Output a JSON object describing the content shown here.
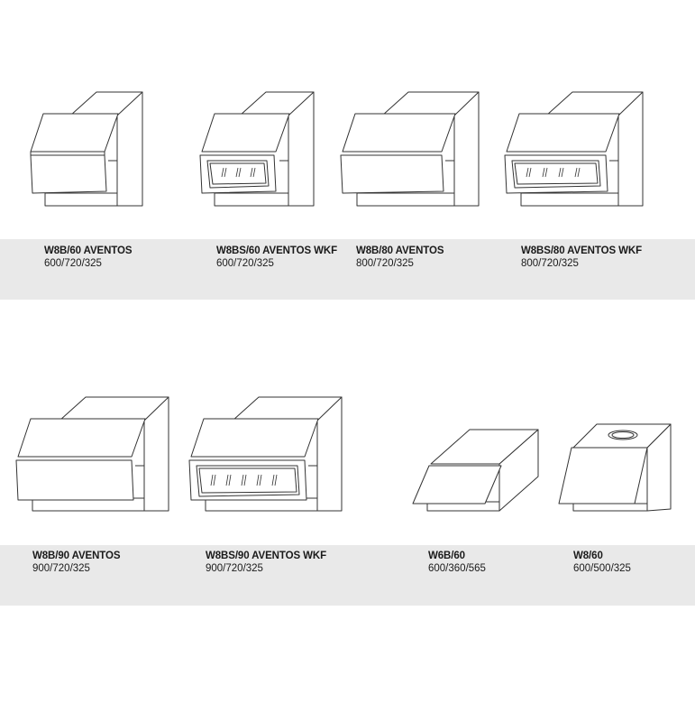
{
  "rows": [
    {
      "items": [
        {
          "name": "W8B/60 AVENTOS",
          "dims": "600/720/325",
          "icon": "wall-cabinet-lift-up-icon"
        },
        {
          "name": "W8BS/60 AVENTOS WKF",
          "dims": "600/720/325",
          "icon": "wall-cabinet-lift-up-glass-icon"
        },
        {
          "name": "W8B/80 AVENTOS",
          "dims": "800/720/325",
          "icon": "wall-cabinet-lift-up-icon"
        },
        {
          "name": "W8BS/80 AVENTOS WKF",
          "dims": "800/720/325",
          "icon": "wall-cabinet-lift-up-glass-icon"
        }
      ]
    },
    {
      "items": [
        {
          "name": "W8B/90 AVENTOS",
          "dims": "900/720/325",
          "icon": "wall-cabinet-lift-up-icon"
        },
        {
          "name": "W8BS/90 AVENTOS WKF",
          "dims": "900/720/325",
          "icon": "wall-cabinet-lift-up-glass-icon"
        },
        {
          "name": "W6B/60",
          "dims": "600/360/565",
          "icon": "wall-cabinet-flap-icon"
        },
        {
          "name": "W8/60",
          "dims": "600/500/325",
          "icon": "wall-cabinet-hood-icon"
        }
      ]
    }
  ],
  "colors": {
    "band": "#e9e9e9",
    "line": "#333333"
  }
}
